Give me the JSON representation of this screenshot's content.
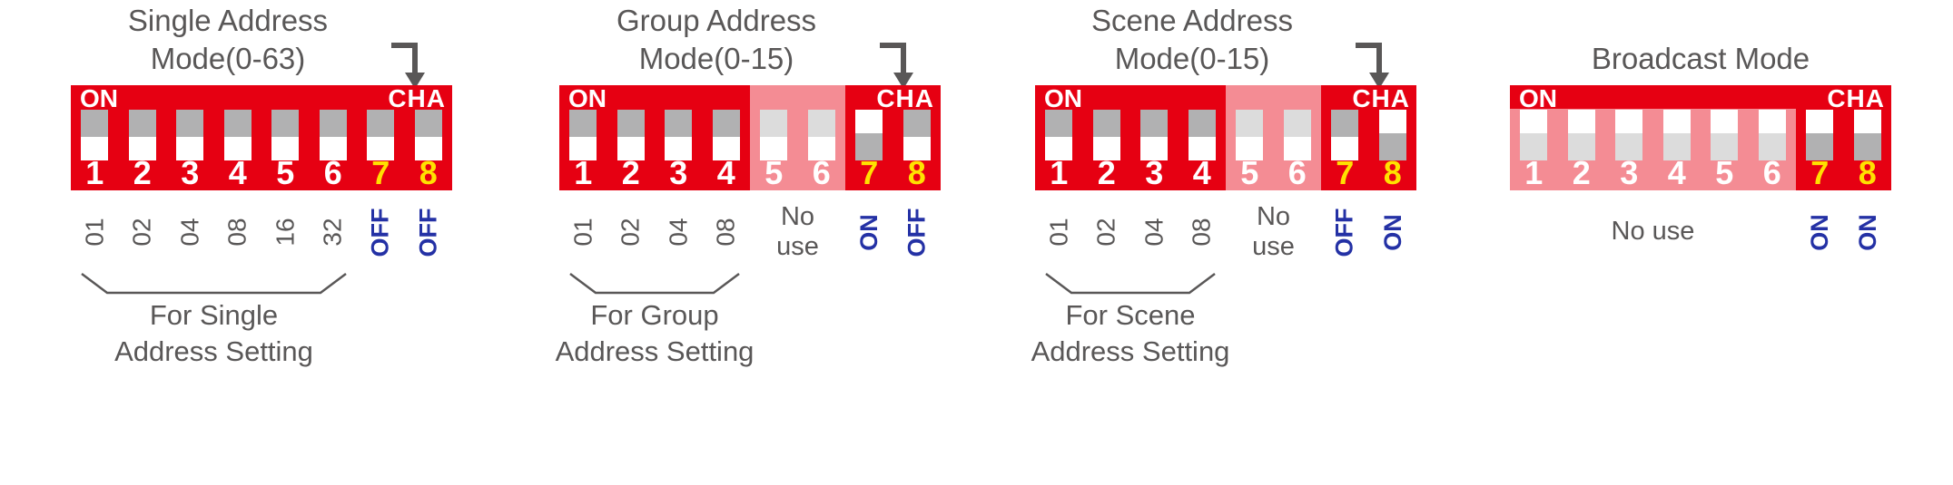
{
  "colors": {
    "block_red": "#e60012",
    "channel_yellow": "#ffe100",
    "onoff_blue": "#2431a5",
    "text_gray": "#595757",
    "switch_slot_gray": "#b1b1b2",
    "switch_knob_white": "#ffffff",
    "no_use_fade": "rgba(255,255,255,0.55)"
  },
  "panels": [
    {
      "id": "single-address-mode",
      "title_lines": [
        "Single Address",
        "Mode(0-63)"
      ],
      "show_arrow": true,
      "block": {
        "on_label": "ON",
        "cha_label": "CHA"
      },
      "switches": [
        {
          "number": "1",
          "state": "off",
          "used": true,
          "channel": false
        },
        {
          "number": "2",
          "state": "off",
          "used": true,
          "channel": false
        },
        {
          "number": "3",
          "state": "off",
          "used": true,
          "channel": false
        },
        {
          "number": "4",
          "state": "off",
          "used": true,
          "channel": false
        },
        {
          "number": "5",
          "state": "off",
          "used": true,
          "channel": false
        },
        {
          "number": "6",
          "state": "off",
          "used": true,
          "channel": false
        },
        {
          "number": "7",
          "state": "off",
          "used": true,
          "channel": true
        },
        {
          "number": "8",
          "state": "off",
          "used": true,
          "channel": true
        }
      ],
      "value_labels": [
        {
          "col": 1,
          "text": "01",
          "style": "gray"
        },
        {
          "col": 2,
          "text": "02",
          "style": "gray"
        },
        {
          "col": 3,
          "text": "04",
          "style": "gray"
        },
        {
          "col": 4,
          "text": "08",
          "style": "gray"
        },
        {
          "col": 5,
          "text": "16",
          "style": "gray"
        },
        {
          "col": 6,
          "text": "32",
          "style": "gray"
        },
        {
          "col": 7,
          "text": "OFF",
          "style": "blue"
        },
        {
          "col": 8,
          "text": "OFF",
          "style": "blue"
        }
      ],
      "no_use": null,
      "bracket": {
        "cols": [
          1,
          6
        ],
        "caption_lines": [
          "For Single",
          "Address Setting"
        ]
      }
    },
    {
      "id": "group-address-mode",
      "title_lines": [
        "Group Address",
        "Mode(0-15)"
      ],
      "show_arrow": true,
      "block": {
        "on_label": "ON",
        "cha_label": "CHA"
      },
      "switches": [
        {
          "number": "1",
          "state": "off",
          "used": true,
          "channel": false
        },
        {
          "number": "2",
          "state": "off",
          "used": true,
          "channel": false
        },
        {
          "number": "3",
          "state": "off",
          "used": true,
          "channel": false
        },
        {
          "number": "4",
          "state": "off",
          "used": true,
          "channel": false
        },
        {
          "number": "5",
          "state": "off",
          "used": false,
          "channel": false
        },
        {
          "number": "6",
          "state": "off",
          "used": false,
          "channel": false
        },
        {
          "number": "7",
          "state": "on",
          "used": true,
          "channel": true
        },
        {
          "number": "8",
          "state": "off",
          "used": true,
          "channel": true
        }
      ],
      "value_labels": [
        {
          "col": 1,
          "text": "01",
          "style": "gray"
        },
        {
          "col": 2,
          "text": "02",
          "style": "gray"
        },
        {
          "col": 3,
          "text": "04",
          "style": "gray"
        },
        {
          "col": 4,
          "text": "08",
          "style": "gray"
        },
        {
          "col": 7,
          "text": "ON",
          "style": "blue"
        },
        {
          "col": 8,
          "text": "OFF",
          "style": "blue"
        }
      ],
      "no_use": {
        "cols": [
          5,
          6
        ],
        "lines": [
          "No",
          "use"
        ]
      },
      "bracket": {
        "cols": [
          1,
          4
        ],
        "caption_lines": [
          "For Group",
          "Address Setting"
        ]
      }
    },
    {
      "id": "scene-address-mode",
      "title_lines": [
        "Scene Address",
        "Mode(0-15)"
      ],
      "show_arrow": true,
      "block": {
        "on_label": "ON",
        "cha_label": "CHA"
      },
      "switches": [
        {
          "number": "1",
          "state": "off",
          "used": true,
          "channel": false
        },
        {
          "number": "2",
          "state": "off",
          "used": true,
          "channel": false
        },
        {
          "number": "3",
          "state": "off",
          "used": true,
          "channel": false
        },
        {
          "number": "4",
          "state": "off",
          "used": true,
          "channel": false
        },
        {
          "number": "5",
          "state": "off",
          "used": false,
          "channel": false
        },
        {
          "number": "6",
          "state": "off",
          "used": false,
          "channel": false
        },
        {
          "number": "7",
          "state": "off",
          "used": true,
          "channel": true
        },
        {
          "number": "8",
          "state": "on",
          "used": true,
          "channel": true
        }
      ],
      "value_labels": [
        {
          "col": 1,
          "text": "01",
          "style": "gray"
        },
        {
          "col": 2,
          "text": "02",
          "style": "gray"
        },
        {
          "col": 3,
          "text": "04",
          "style": "gray"
        },
        {
          "col": 4,
          "text": "08",
          "style": "gray"
        },
        {
          "col": 7,
          "text": "OFF",
          "style": "blue"
        },
        {
          "col": 8,
          "text": "ON",
          "style": "blue"
        }
      ],
      "no_use": {
        "cols": [
          5,
          6
        ],
        "lines": [
          "No",
          "use"
        ]
      },
      "bracket": {
        "cols": [
          1,
          4
        ],
        "caption_lines": [
          "For Scene",
          "Address Setting"
        ]
      }
    },
    {
      "id": "broadcast-mode",
      "title_lines": [
        "Broadcast Mode"
      ],
      "show_arrow": false,
      "block": {
        "on_label": "ON",
        "cha_label": "CHA"
      },
      "switches": [
        {
          "number": "1",
          "state": "on",
          "used": false,
          "channel": false
        },
        {
          "number": "2",
          "state": "on",
          "used": false,
          "channel": false
        },
        {
          "number": "3",
          "state": "on",
          "used": false,
          "channel": false
        },
        {
          "number": "4",
          "state": "on",
          "used": false,
          "channel": false
        },
        {
          "number": "5",
          "state": "on",
          "used": false,
          "channel": false
        },
        {
          "number": "6",
          "state": "on",
          "used": false,
          "channel": false
        },
        {
          "number": "7",
          "state": "on",
          "used": true,
          "channel": true
        },
        {
          "number": "8",
          "state": "on",
          "used": true,
          "channel": true
        }
      ],
      "value_labels": [
        {
          "col": 7,
          "text": "ON",
          "style": "blue"
        },
        {
          "col": 8,
          "text": "ON",
          "style": "blue"
        }
      ],
      "no_use": {
        "cols": [
          1,
          6
        ],
        "lines": [
          "No use"
        ]
      },
      "bracket": null
    }
  ]
}
